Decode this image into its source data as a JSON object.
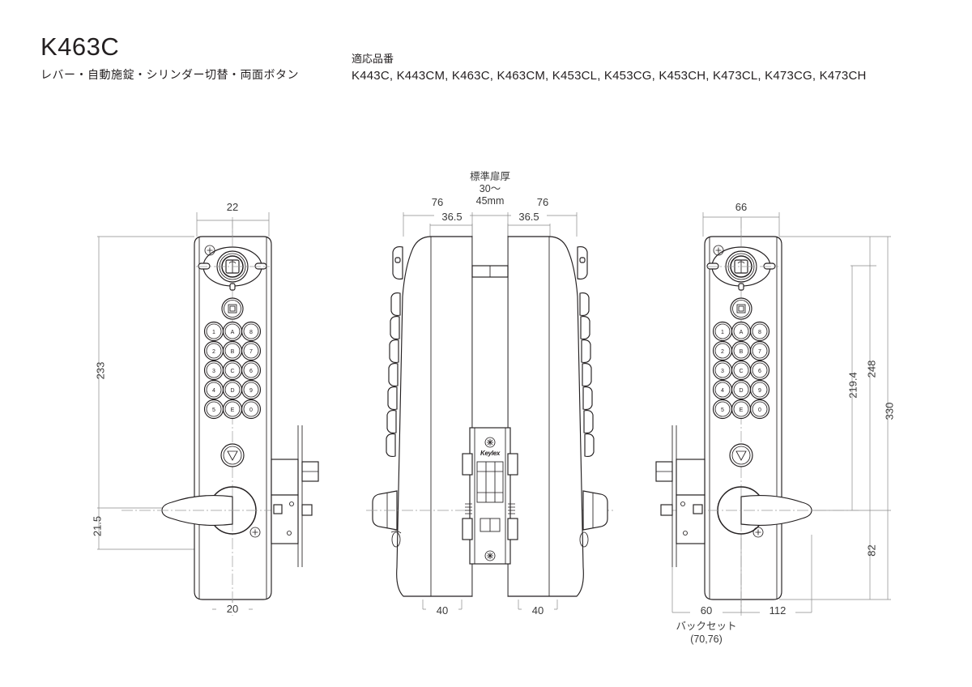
{
  "header": {
    "title": "K463C",
    "subtitle": "レバー・自動施錠・シリンダー切替・両面ボタン",
    "models_caption": "適応品番",
    "models_list": "K443C, K443CM, K463C, K463CM, K453CL, K453CG, K453CH, K473CL, K473CG, K473CH"
  },
  "brand": {
    "logo_text": "Keylex"
  },
  "keypad": {
    "top_button": "■",
    "rows": [
      [
        "1",
        "A",
        "8"
      ],
      [
        "2",
        "B",
        "7"
      ],
      [
        "3",
        "C",
        "6"
      ],
      [
        "4",
        "D",
        "9"
      ],
      [
        "5",
        "E",
        "0"
      ]
    ],
    "lower_button": "▽"
  },
  "views": {
    "front_left": {
      "name": "front-view-outside",
      "dim_top": "22",
      "dim_left_upper": "233",
      "dim_left_lower": "21.5",
      "dim_bottom": "20"
    },
    "section_middle": {
      "name": "side-section-view",
      "note_line1": "標準扉厚",
      "note_line2": "30〜",
      "note_line3": "45mm",
      "dim_left_outer": "76",
      "dim_left_inner": "36.5",
      "dim_right_inner": "36.5",
      "dim_right_outer": "76",
      "dim_bottom_left": "40",
      "dim_bottom_right": "40"
    },
    "front_right": {
      "name": "front-view-inside",
      "dim_top": "66",
      "dim_right_a": "219.4",
      "dim_right_b": "248",
      "dim_right_c": "330",
      "dim_right_d": "82",
      "dim_bottom_left": "60",
      "dim_bottom_right": "112",
      "backset_label": "バックセット",
      "backset_value": "(70,76)"
    }
  },
  "colors": {
    "ink": "#231f20",
    "dim": "#3a3a3a",
    "light": "#8a8a8a"
  }
}
